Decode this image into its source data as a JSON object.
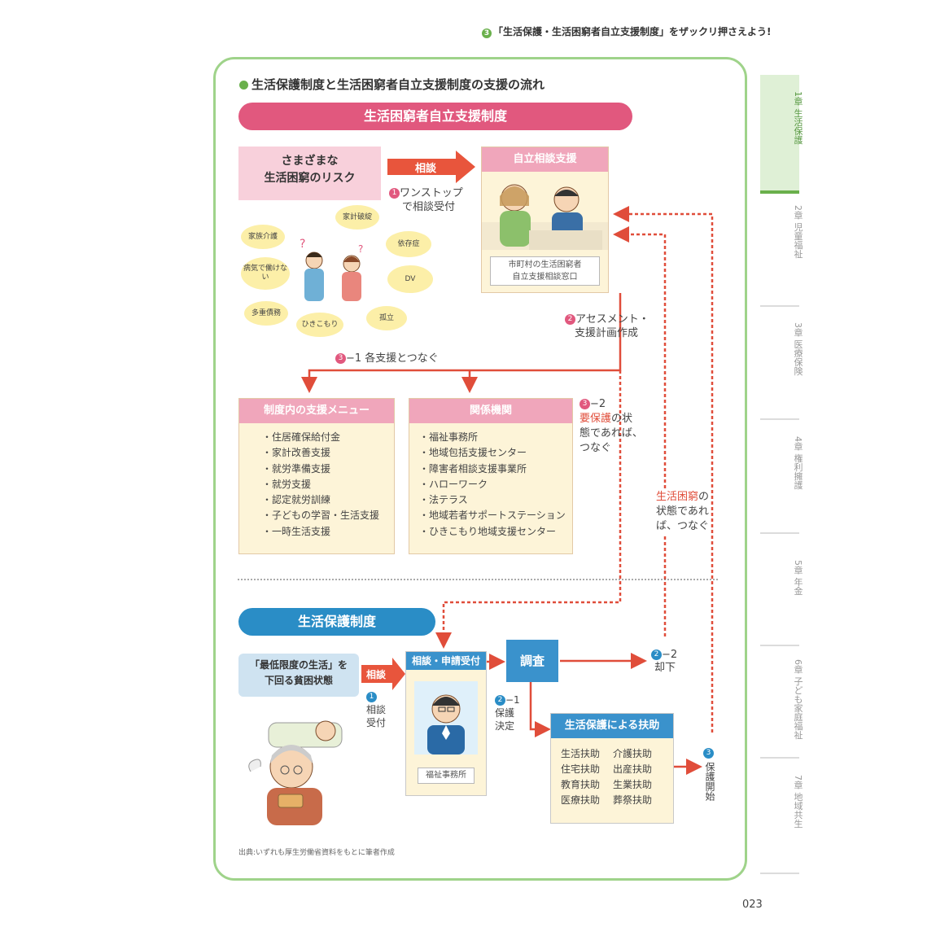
{
  "header": {
    "num": "3",
    "caption": "「生活保護・生活困窮者自立支援制度」をザックリ押さえよう!"
  },
  "figure": {
    "title": "生活保護制度と生活困窮者自立支援制度の支援の流れ",
    "top_banner": "生活困窮者自立支援制度",
    "bottom_banner": "生活保護制度",
    "risk_box_line1": "さまざまな",
    "risk_box_line2": "生活困窮のリスク",
    "consult_arrow": "相談",
    "step1_num": "1",
    "step1_line1": "ワンストップ",
    "step1_line2": "で相談受付",
    "bubbles": [
      "家族介護",
      "家計破綻",
      "多重債務",
      "病気で働けない",
      "依存症",
      "DV",
      "ひきこもり",
      "孤立"
    ],
    "jiritsu_head": "自立相談支援",
    "jiritsu_office_line1": "市町村の生活困窮者",
    "jiritsu_office_line2": "自立支援相談窓口",
    "step2_num": "2",
    "step2_line1": "アセスメント・",
    "step2_line2": "支援計画作成",
    "step3_1_num": "3",
    "step3_1": "−1 各支援とつなぐ",
    "menu_head": "制度内の支援メニュー",
    "menu_items": [
      "・住居確保給付金",
      "・家計改善支援",
      "・就労準備支援",
      "・就労支援",
      "・認定就労訓練",
      "・子どもの学習・生活支援",
      "・一時生活支援"
    ],
    "kankei_head": "関係機関",
    "kankei_items": [
      "・福祉事務所",
      "・地域包括支援センター",
      "・障害者相談支援事業所",
      "・ハローワーク",
      "・法テラス",
      "・地域若者サポートステーション",
      "・ひきこもり地域支援センター"
    ],
    "step3_2_num": "3",
    "step3_2_line1": "−2",
    "step3_2_red": "要保護",
    "step3_2_line2": "の状",
    "step3_2_line3": "態であれば、",
    "step3_2_line4": "つなぐ",
    "konkyu_red": "生活困窮",
    "konkyu_line1": "の",
    "konkyu_line2": "状態であれ",
    "konkyu_line3": "ば、つなぐ",
    "poverty_line1": "「最低限度の生活」を",
    "poverty_line2": "下回る貧困状態",
    "consult_label2": "相談",
    "hogo_step1_num": "1",
    "hogo_step1_line1": "相談",
    "hogo_step1_line2": "受付",
    "shinsei_head": "相談・申請受付",
    "fukushi_office": "福祉事務所",
    "chosa": "調査",
    "kyakka_num": "2",
    "kyakka_line1": "−2",
    "kyakka_line2": "却下",
    "kettei_num": "2",
    "kettei_line1": "−1",
    "kettei_line2": "保護",
    "kettei_line3": "決定",
    "fujo_head": "生活保護による扶助",
    "fujo_items": [
      "生活扶助",
      "介護扶助",
      "住宅扶助",
      "出産扶助",
      "教育扶助",
      "生業扶助",
      "医療扶助",
      "葬祭扶助"
    ],
    "step3_hogo_num": "3",
    "step3_hogo": "保護開始",
    "source": "出典:いずれも厚生労働省資料をもとに筆者作成"
  },
  "sidebar": {
    "tabs": [
      "1章 生活保護",
      "2章 児童福祉",
      "3章 医療保険",
      "4章 権利擁護",
      "5章 年金",
      "6章 子ども家庭福祉",
      "7章 地域共生"
    ]
  },
  "page_number": "023",
  "colors": {
    "pink": "#e1587e",
    "blue": "#2a8dc6",
    "green": "#9fd38a",
    "red_arrow": "#e04d3a"
  }
}
